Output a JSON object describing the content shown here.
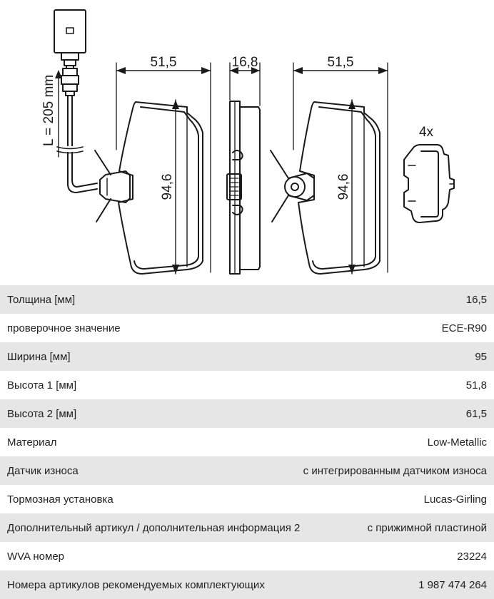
{
  "drawing": {
    "cable_length": "L = 205 mm",
    "width_left": "51,5",
    "thickness": "16,8",
    "width_right": "51,5",
    "height_left": "94,6",
    "height_right": "94,6",
    "clip_qty": "4x"
  },
  "specs": [
    {
      "label": "Толщина [мм]",
      "value": "16,5"
    },
    {
      "label": "проверочное значение",
      "value": "ECE-R90"
    },
    {
      "label": "Ширина [мм]",
      "value": "95"
    },
    {
      "label": "Высота 1 [мм]",
      "value": "51,8"
    },
    {
      "label": "Высота 2 [мм]",
      "value": "61,5"
    },
    {
      "label": "Материал",
      "value": "Low-Metallic"
    },
    {
      "label": "Датчик износа",
      "value": "с интегрированным датчиком износа"
    },
    {
      "label": "Тормозная установка",
      "value": "Lucas-Girling"
    },
    {
      "label": "Дополнительный артикул / дополнительная информация 2",
      "value": "с прижимной пластиной"
    },
    {
      "label": "WVA номер",
      "value": "23224"
    },
    {
      "label": "Номера артикулов рекомендуемых комплектующих",
      "value": "1 987 474 264"
    }
  ]
}
